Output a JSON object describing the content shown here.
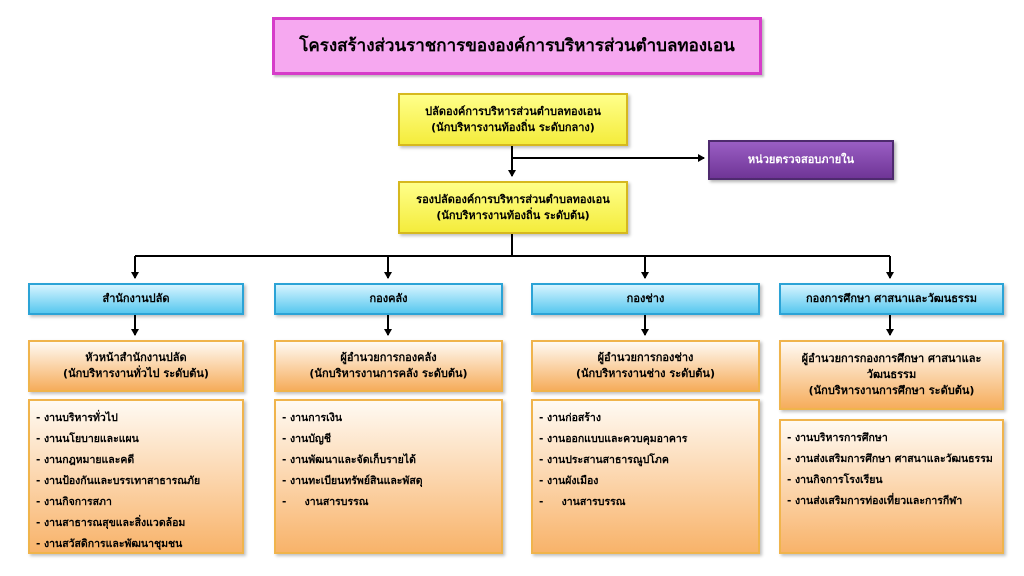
{
  "title": "โครงสร้างส่วนราชการขององค์การบริหารส่วนตำบลทองเอน",
  "head": {
    "line1": "ปลัดองค์การบริหารส่วนตำบลทองเอน",
    "line2": "(นักบริหารงานท้องถิ่น ระดับกลาง)"
  },
  "audit": {
    "label": "หน่วยตรวจสอบภายใน"
  },
  "deputy": {
    "line1": "รองปลัดองค์การบริหารส่วนตำบลทองเอน",
    "line2": "(นักบริหารงานท้องถิ่น ระดับต้น)"
  },
  "departments": [
    {
      "name": "สำนักงานปลัด",
      "head_line1": "หัวหน้าสำนักงานปลัด",
      "head_line2": "(นักบริหารงานทั่วไป ระดับต้น)",
      "duties": [
        "- งานบริหารทั่วไป",
        "- งานนโยบายและแผน",
        "- งานกฎหมายและคดี",
        "- งานป้องกันและบรรเทาสาธารณภัย",
        "- งานกิจการสภา",
        "- งานสาธารณสุขและสิ่งแวดล้อม",
        "- งานสวัสดิการและพัฒนาชุมชน"
      ]
    },
    {
      "name": "กองคลัง",
      "head_line1": "ผู้อำนวยการกองคลัง",
      "head_line2": "(นักบริหารงานการคลัง ระดับต้น)",
      "duties": [
        "- งานการเงิน",
        "- งานบัญชี",
        "- งานพัฒนาและจัดเก็บรายได้",
        "- งานทะเบียนทรัพย์สินและพัสดุ",
        "-     งานสารบรรณ"
      ]
    },
    {
      "name": "กองช่าง",
      "head_line1": "ผู้อำนวยการกองช่าง",
      "head_line2": "(นักบริหารงานช่าง ระดับต้น)",
      "duties": [
        "- งานก่อสร้าง",
        "- งานออกแบบและควบคุมอาคาร",
        "- งานประสานสาธารณูปโภค",
        "- งานผังเมือง",
        "-     งานสารบรรณ"
      ]
    },
    {
      "name": "กองการศึกษา ศาสนาและวัฒนธรรม",
      "head_line1": "ผู้อำนวยการกองการศึกษา ศาสนาและ",
      "head_line2": "วัฒนธรรม",
      "head_line3": "(นักบริหารงานการศึกษา ระดับต้น)",
      "duties": [
        "- งานบริหารการศึกษา",
        "- งานส่งเสริมการศึกษา ศาสนาและวัฒนธรรม",
        "- งานกิจการโรงเรียน",
        "- งานส่งเสริมการท่องเที่ยวและการกีฬา"
      ]
    }
  ]
}
